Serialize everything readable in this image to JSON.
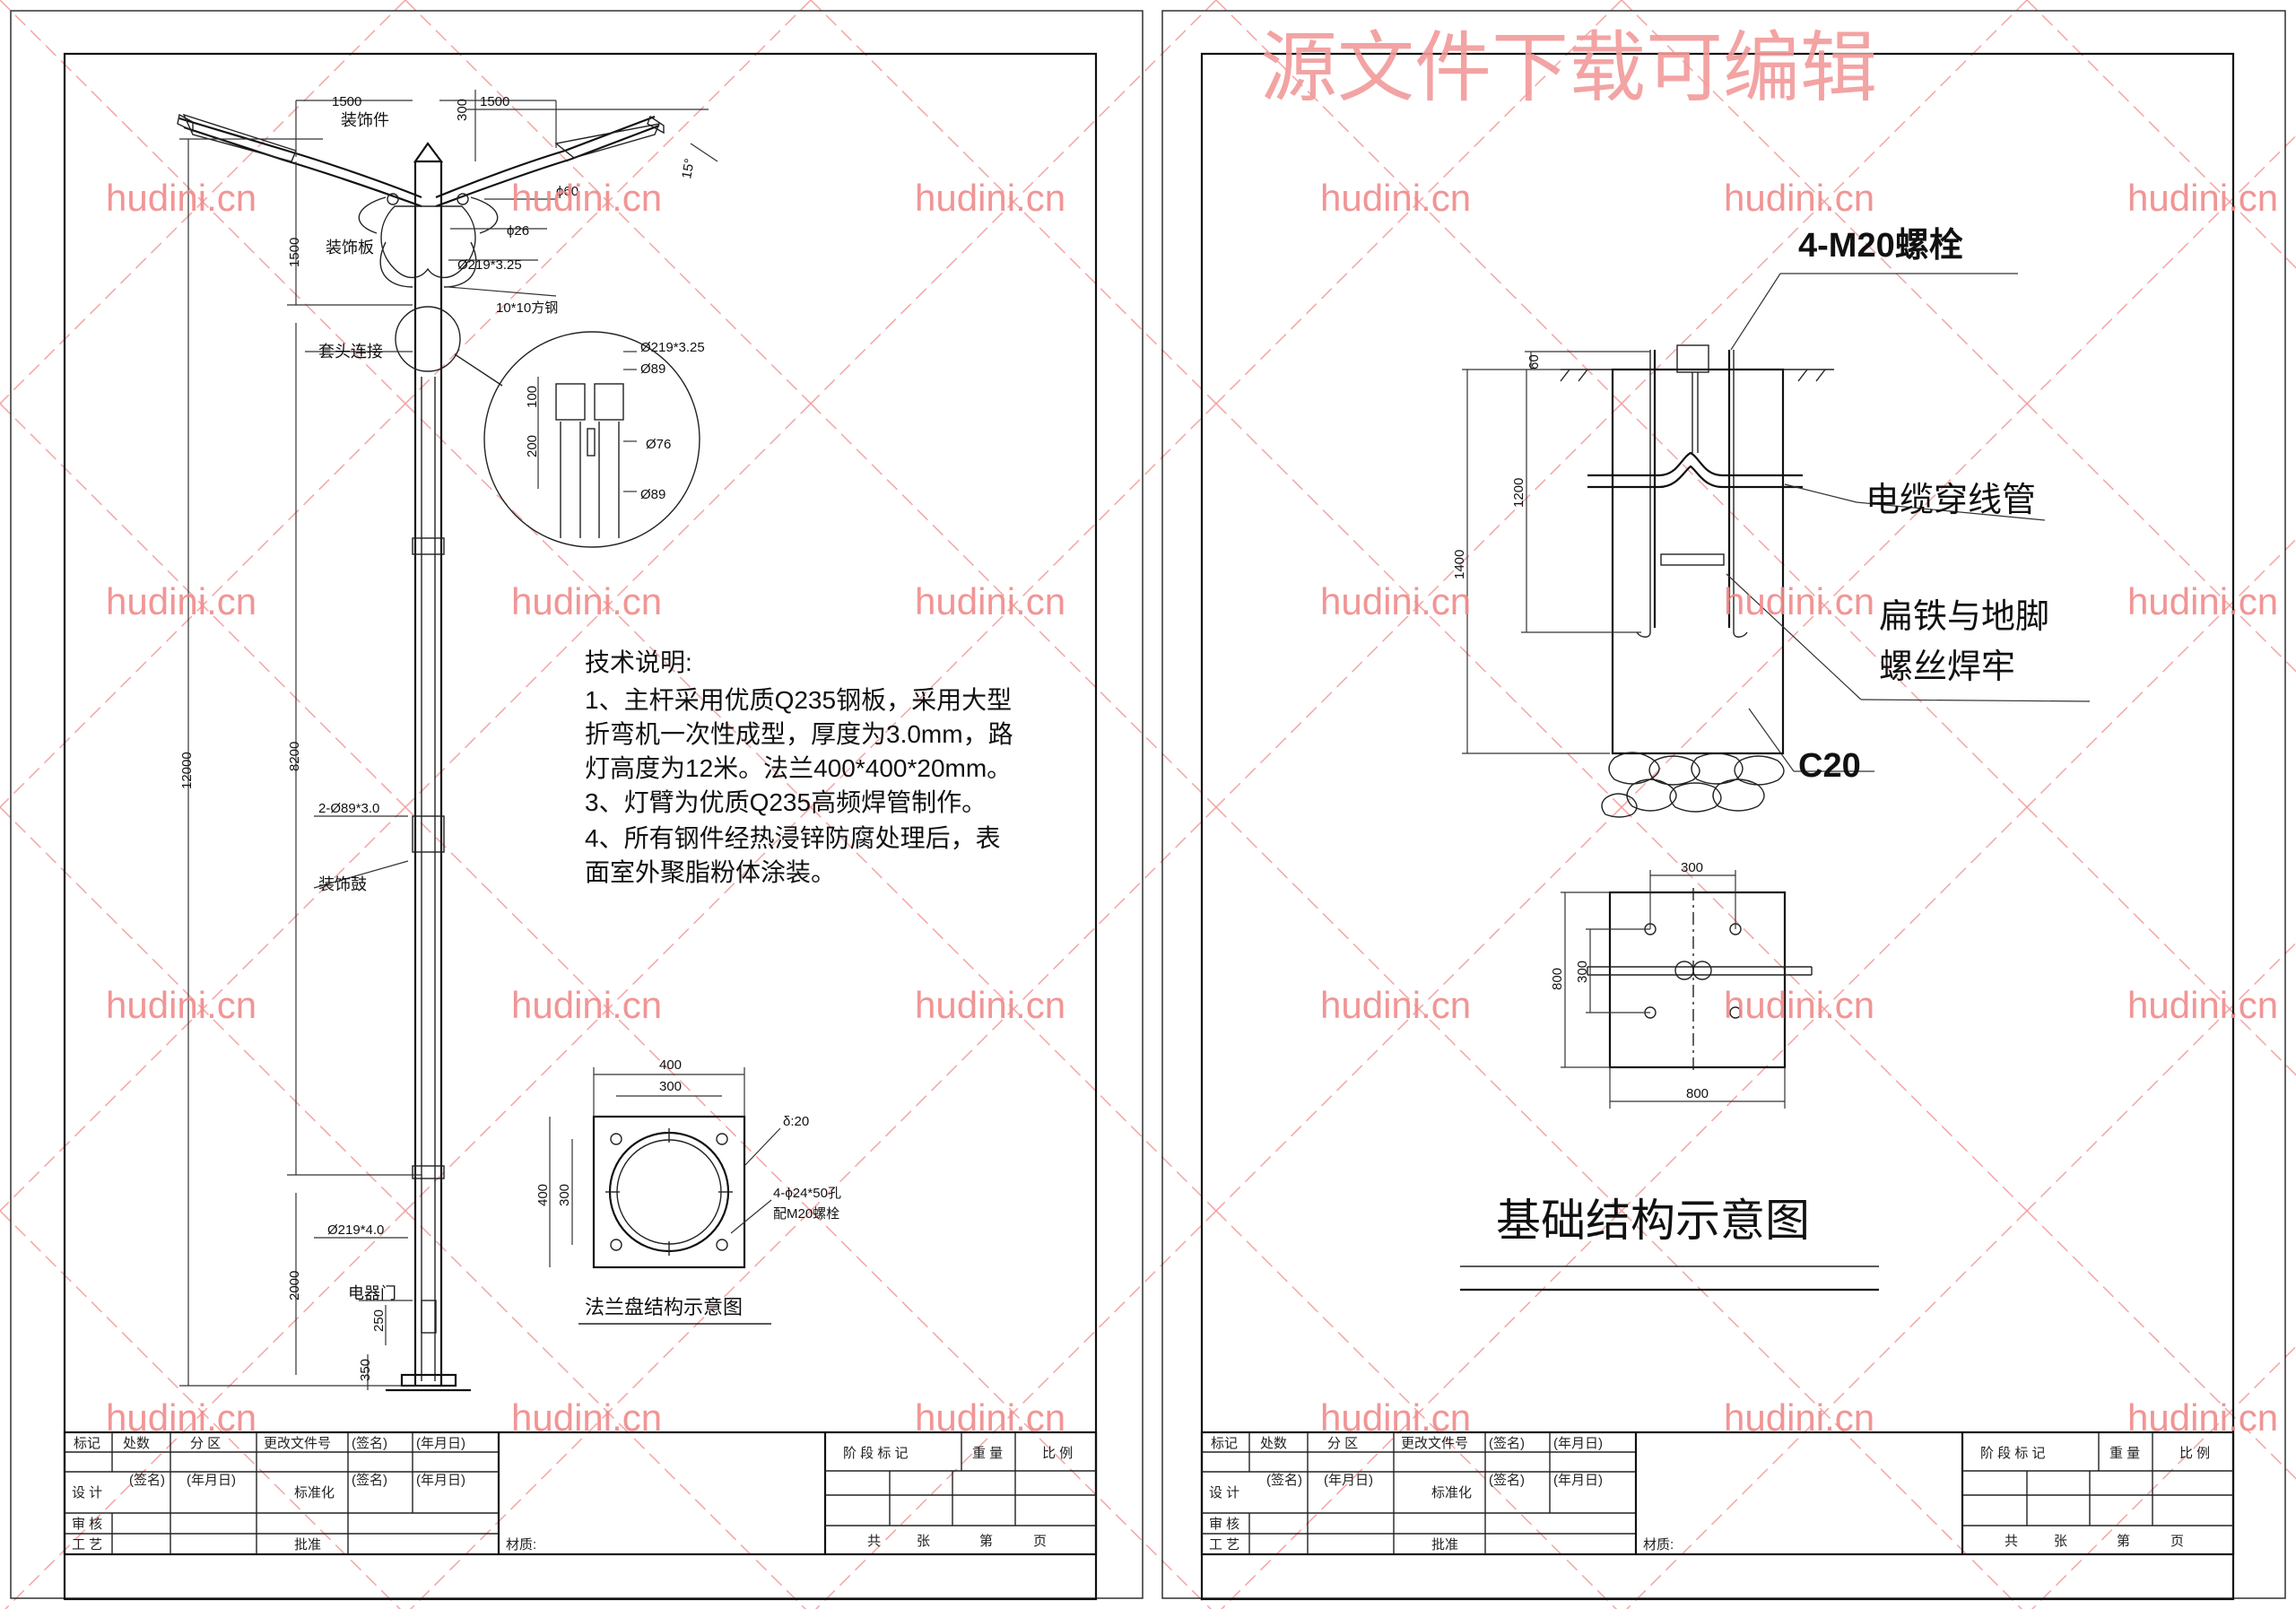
{
  "watermark": {
    "site": "hudini.cn",
    "banner": "源文件下载可编辑"
  },
  "left_sheet": {
    "pole_dims": {
      "arm_left_width": "1500",
      "arm_right_width": "1500",
      "top_offset": "300",
      "ornament_label": "装饰件",
      "angle": "15°",
      "dia_60": "ϕ60",
      "dia_26": "ϕ26",
      "arm_height": "1500",
      "deco_plate": "装饰板",
      "tube_219_325": "Ø219*3.25",
      "square_steel": "10*10方钢",
      "socket_joint": "套头连接",
      "total_height": "12000",
      "mid_height": "8200",
      "double_tube": "2-Ø89*3.0",
      "deco_shell": "装饰鼓",
      "tube_219_40": "Ø219*4.0",
      "lower_height": "2000",
      "door_label": "电器门",
      "door_size": "250",
      "base_height": "350"
    },
    "detail": {
      "tube": "Ø219*3.25",
      "d89_top": "Ø89",
      "d76": "Ø76",
      "d89_bottom": "Ø89",
      "h100": "100",
      "h200": "200"
    },
    "tech_notes": {
      "heading": "技术说明:",
      "lines": [
        "1、主杆采用优质Q235钢板，采用大型",
        "折弯机一次性成型，厚度为3.0mm，路",
        "灯高度为12米。法兰400*400*20mm。",
        "3、灯臂为优质Q235高频焊管制作。",
        "4、所有钢件经热浸锌防腐处理后，表",
        "面室外聚脂粉体涂装。"
      ]
    },
    "flange": {
      "outer": "400",
      "inner": "300",
      "side_outer": "400",
      "side_inner": "300",
      "thickness": "δ:20",
      "holes": "4-ϕ24*50孔",
      "bolts": "配M20螺栓",
      "caption": "法兰盘结构示意图"
    }
  },
  "right_sheet": {
    "bolts_label": "4-M20螺栓",
    "cable_pipe": "电缆穿线管",
    "weld_line1": "扁铁与地脚",
    "weld_line2": "螺丝焊牢",
    "concrete": "C20",
    "dims": {
      "total": "1400",
      "embed": "1200",
      "top": "60",
      "plan_inner": "300",
      "plan_side_inner": "300",
      "plan_side": "800",
      "plan_bottom": "800"
    },
    "title": "基础结构示意图"
  },
  "title_block": {
    "row1": [
      "标记",
      "处数",
      "分 区",
      "更改文件号",
      "(签名)",
      "(年月日)"
    ],
    "design": "设 计",
    "sign": "(签名)",
    "date": "(年月日)",
    "standard": "标准化",
    "review": "审 核",
    "process": "工 艺",
    "approve": "批准",
    "material": "材质:",
    "stage": "阶 段 标 记",
    "weight": "重 量",
    "scale": "比 例",
    "pages_total": "共",
    "pages_sheet": "张",
    "pages_num": "第",
    "pages_page": "页"
  }
}
